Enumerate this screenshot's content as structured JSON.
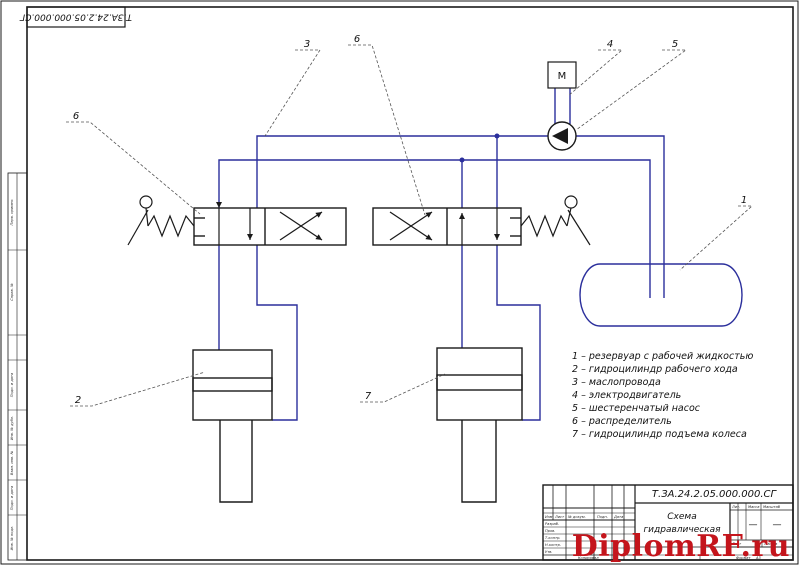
{
  "drawing_code": "Т.ЗА.24.2.05.000.000.СГ",
  "stamp_code": "Т.ЗА.24.2.05.000.000.СГ",
  "title_block": {
    "title_line1": "Схема",
    "title_line2": "гидравлическая",
    "cells": {
      "izm": "Изм",
      "list": "Лист",
      "n_dokum": "№ докум.",
      "podp": "Подп.",
      "data": "Дата",
      "razrab": "Разраб.",
      "prov": "Пров.",
      "t_kontr": "Т.контр.",
      "n_kontr": "Н.контр.",
      "utv": "Утв.",
      "lit": "Лит.",
      "massa": "Масса",
      "masshtab": "Масштаб",
      "sheet_no": "Лист",
      "sheets": "Листов",
      "dash1": "—",
      "dash2": "—",
      "kopiroval": "Копировал",
      "format": "Формат",
      "format_value": "А3"
    }
  },
  "side_strip": {
    "labels": [
      "Перв. примен.",
      "Справ. №",
      "Подп. и дата",
      "Инв. № дубл.",
      "Взам. инв. №",
      "Подп. и дата",
      "Инв. № подл."
    ]
  },
  "callouts": {
    "n1": "1",
    "n2": "2",
    "n3": "3",
    "n4": "4",
    "n5": "5",
    "n6_left": "6",
    "n6_mid": "6",
    "n7": "7"
  },
  "motor_letter": "М",
  "legend": [
    "1 – резервуар с рабочей жидкостью",
    "2 – гидроцилиндр рабочего хода",
    "3 – маслопровода",
    "4 – электродвигатель",
    "5 – шестеренчатый насос",
    "6 – распределитель",
    "7 – гидроцилиндр подъема колеса"
  ],
  "watermark": "DiplomRF.ru",
  "colors": {
    "pipe": "#2b2f9c",
    "watermark": "#c4151c"
  }
}
